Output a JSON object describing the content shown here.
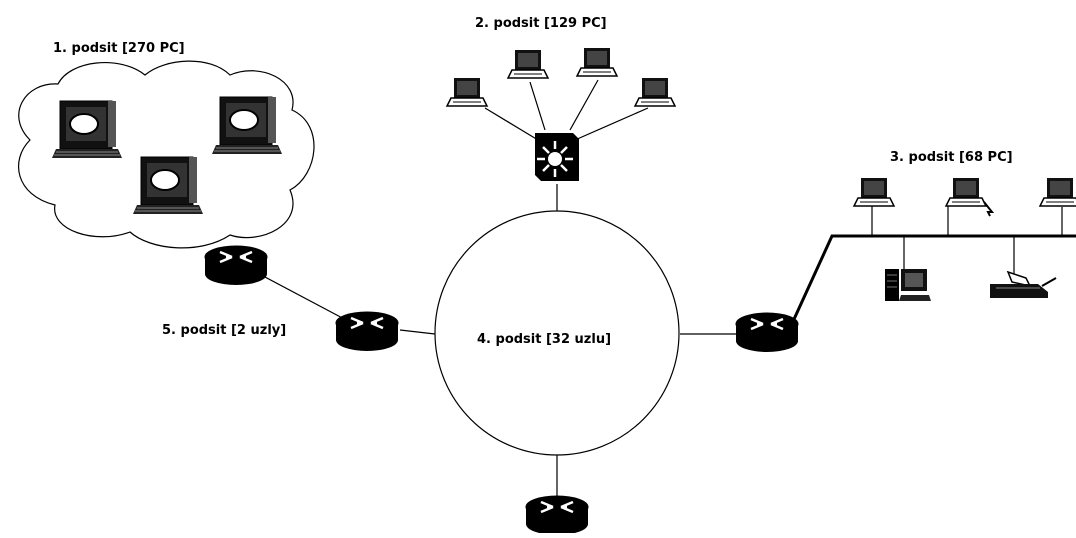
{
  "subnets": [
    {
      "label": "1. podsit [270 PC]"
    },
    {
      "label": "2. podsit [129 PC]"
    },
    {
      "label": "3. podsit [68 PC]"
    },
    {
      "label": "4. podsit [32 uzlu]"
    },
    {
      "label": "5. podsit [2 uzly]"
    }
  ],
  "icons": [
    "cloud-icon",
    "crt-monitor-icon",
    "laptop-icon",
    "switch-icon",
    "router-icon",
    "bus-line",
    "tower-pc-icon",
    "printer-icon",
    "ring-network"
  ],
  "colors": {
    "ink": "#000000",
    "background": "#ffffff"
  }
}
